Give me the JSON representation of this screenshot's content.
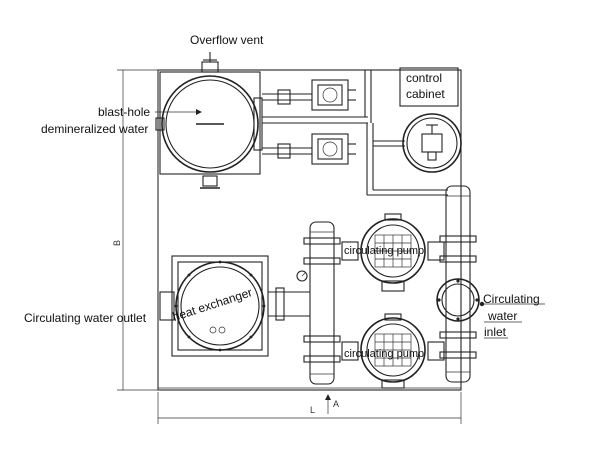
{
  "labels": {
    "overflow_vent": "Overflow vent",
    "control_cabinet_line1": "control",
    "control_cabinet_line2": "cabinet",
    "blast_hole": "blast-hole",
    "demineralized_water": "demineralized water",
    "circulating_pump_top": "circulating pump",
    "circulating_pump_bottom": "circulating pump",
    "heat_exchanger": "heat exchanger",
    "circulating_water_outlet": "Circulating water outlet",
    "circulating_water_inlet_line1": "Circulating",
    "circulating_water_inlet_line2": "water",
    "circulating_water_inlet_line3": "inlet",
    "dim_B": "B",
    "dim_L": "L",
    "dim_A": "A"
  }
}
